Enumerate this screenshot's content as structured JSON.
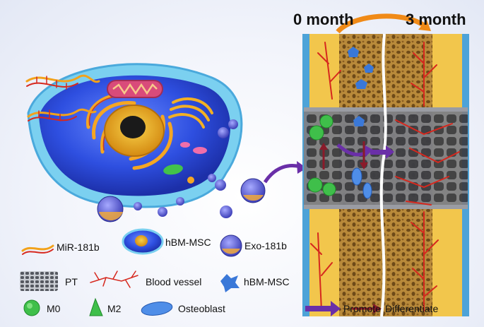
{
  "timeline": {
    "start": "0 month",
    "end": "3 month"
  },
  "legend": {
    "mir": "MiR-181b",
    "hbm_msc_cell": "hBM-MSC",
    "exo": "Exo-181b",
    "pt": "PT",
    "blood_vessel": "Blood vessel",
    "hbm_msc": "hBM-MSC",
    "m0": "M0",
    "m2": "M2",
    "osteoblast": "Osteoblast",
    "promote": "Promote",
    "differentiate": "Differentiate"
  },
  "colors": {
    "promote_arrow": "#6a2fa8",
    "differentiate_arrow": "#8a1b2a",
    "bone": "#c79a45",
    "cortex": "#f2c64c",
    "vessel": "#d6281e",
    "msc": "#3a78d8",
    "macrophage": "#3fbf4a",
    "exosome": "#5b5fd0"
  }
}
